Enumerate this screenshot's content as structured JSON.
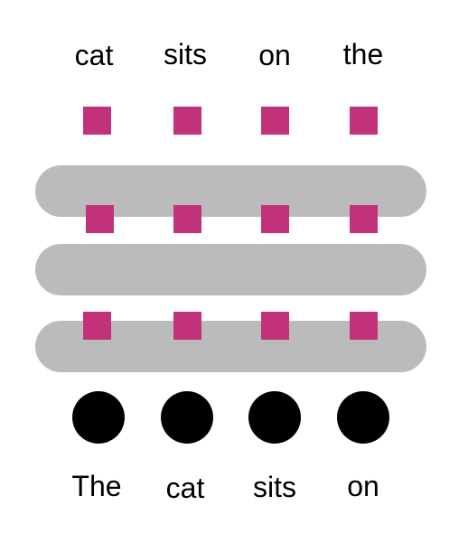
{
  "output_words": [
    "cat",
    "sits",
    "on",
    "the"
  ],
  "input_words": [
    "The",
    "cat",
    "sits",
    "on"
  ],
  "layer_count": 3,
  "colors": {
    "background": "#ffffff",
    "token_square": "#c2327a",
    "layer_band": "#bbbbbb",
    "input_dot": "#000000",
    "text": "#000000"
  }
}
